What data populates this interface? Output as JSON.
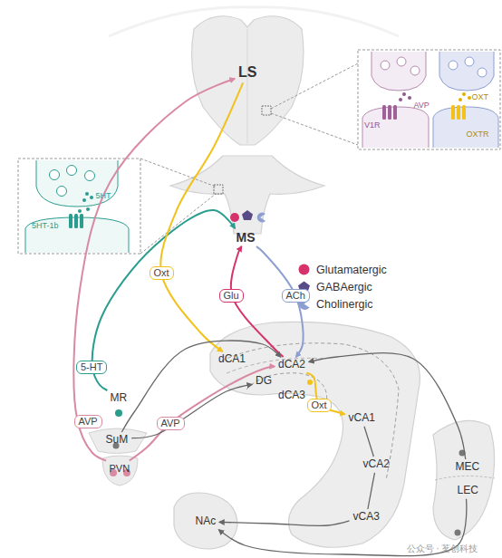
{
  "diagram": {
    "nodes": [
      {
        "text": [
          "LS"
        ]
      },
      {
        "text": [
          "MS"
        ]
      },
      {
        "text": [
          "dCA1"
        ]
      },
      {
        "text": [
          "dCA2"
        ]
      },
      {
        "text": [
          "DG"
        ]
      },
      {
        "text": [
          "dCA3"
        ]
      },
      {
        "text": [
          "vCA1"
        ]
      },
      {
        "text": [
          "vCA2"
        ]
      },
      {
        "text": [
          "vCA3"
        ]
      },
      {
        "text": [
          "MR"
        ]
      },
      {
        "text": [
          "SuM"
        ]
      },
      {
        "text": [
          "PVN"
        ]
      },
      {
        "text": [
          "MEC"
        ]
      },
      {
        "text": [
          "LEC"
        ]
      },
      {
        "text": [
          "NAc"
        ]
      }
    ],
    "edges": [
      {
        "from": 11,
        "to": 0,
        "label": "AVP",
        "arrow": "to"
      },
      {
        "from": 9,
        "to": 1,
        "label": "5-HT",
        "arrow": "to"
      },
      {
        "from": 0,
        "to": 2,
        "label": "Oxt",
        "arrow": "to"
      },
      {
        "from": 3,
        "to": 1,
        "label": "Glu",
        "arrow": "to"
      },
      {
        "from": 1,
        "to": 3,
        "label": "ACh",
        "arrow": "to"
      },
      {
        "from": 3,
        "to": 6,
        "label": "Oxt",
        "arrow": "to"
      },
      {
        "from": 11,
        "to": 3,
        "label": "AVP",
        "arrow": "to"
      },
      {
        "from": 10,
        "to": 4,
        "arrow": "to"
      },
      {
        "from": 12,
        "to": 3,
        "arrow": "to"
      },
      {
        "from": 13,
        "to": 14,
        "arrow": "to"
      },
      {
        "from": 8,
        "to": 14,
        "arrow": "to"
      },
      {
        "from": 6,
        "to": 7,
        "arrow": "none"
      },
      {
        "from": 7,
        "to": 8,
        "arrow": "none"
      },
      {
        "from": 10,
        "to": 3,
        "arrow": "to"
      }
    ],
    "labels": [
      "5HT",
      "5HT-1b",
      "V1R",
      "AVP",
      "OXT",
      "OXTR",
      "公众号 · 茗创科技"
    ],
    "legend": [
      {
        "text": "Glutamatergic",
        "color": "#d6336c"
      },
      {
        "text": "GABAergic",
        "color": "#574a87"
      },
      {
        "text": "Cholinergic",
        "color": "#8d9fd1"
      }
    ]
  }
}
